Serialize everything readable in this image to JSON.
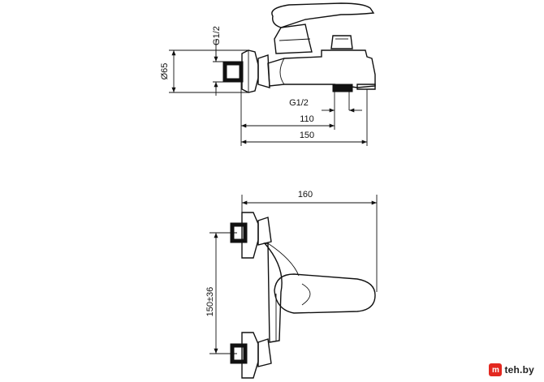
{
  "top_view": {
    "dim_inlet_thread": "G1/2",
    "dim_flange_diameter": "Ø65",
    "dim_outlet_thread": "G1/2",
    "dim_inlet_to_outlet": "110",
    "dim_total_reach": "150"
  },
  "front_view": {
    "dim_overall_width": "160",
    "dim_inlet_spacing": "150±36"
  },
  "watermark": {
    "logo_letter": "m",
    "site": "teh.by"
  }
}
